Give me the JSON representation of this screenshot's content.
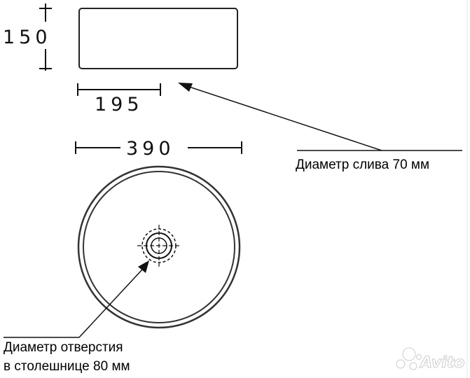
{
  "dimensions": {
    "height_label": "150",
    "drain_width_label": "195",
    "diameter_label": "390"
  },
  "callouts": {
    "drain": "Диаметр слива 70 мм",
    "hole_line1": "Диаметр отверстия",
    "hole_line2": "в столешнице 80 мм"
  },
  "watermark": "Avito"
}
